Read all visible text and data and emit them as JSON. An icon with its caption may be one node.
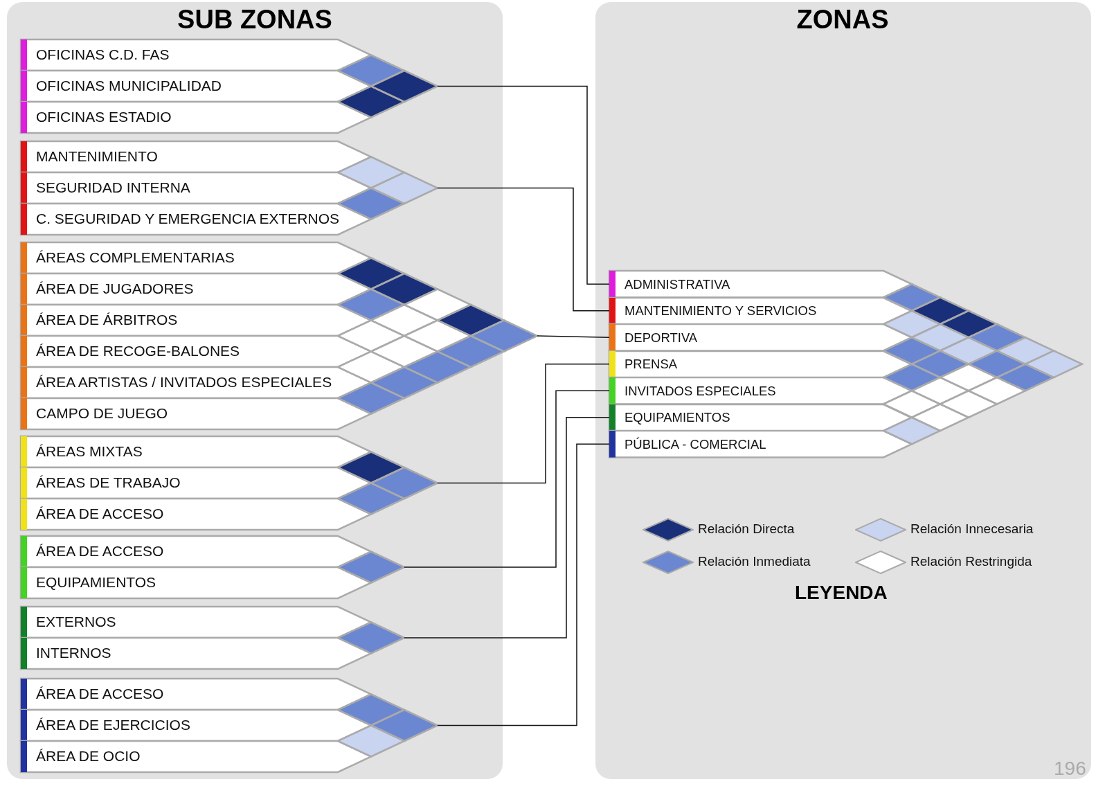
{
  "diagram": {
    "nodes": [
      {
        "text": [
          "SUB ZONAS"
        ]
      },
      {
        "text": [
          "OFICINAS C.D. FAS"
        ],
        "in": 0
      },
      {
        "text": [
          "OFICINAS MUNICIPALIDAD"
        ],
        "in": 0
      },
      {
        "text": [
          "OFICINAS ESTADIO"
        ],
        "in": 0
      },
      {
        "text": [],
        "shape": "triangle",
        "in": 0
      },
      {
        "text": [
          "MANTENIMIENTO"
        ],
        "in": 0
      },
      {
        "text": [
          "SEGURIDAD INTERNA"
        ],
        "in": 0
      },
      {
        "text": [
          "C. SEGURIDAD Y EMERGENCIA EXTERNOS"
        ],
        "in": 0
      },
      {
        "text": [],
        "shape": "triangle",
        "in": 0
      },
      {
        "text": [
          "ÁREAS COMPLEMENTARIAS"
        ],
        "in": 0
      },
      {
        "text": [
          "ÁREA DE JUGADORES"
        ],
        "in": 0
      },
      {
        "text": [
          "ÁREA DE ÁRBITROS"
        ],
        "in": 0
      },
      {
        "text": [
          "ÁREA DE RECOGE-BALONES"
        ],
        "in": 0
      },
      {
        "text": [
          "ÁREA ARTISTAS / INVITADOS ESPECIALES"
        ],
        "in": 0
      },
      {
        "text": [
          "CAMPO DE JUEGO"
        ],
        "in": 0
      },
      {
        "text": [],
        "shape": "triangle"
      },
      {
        "text": [
          "ÁREAS MIXTAS"
        ],
        "in": 0
      },
      {
        "text": [
          "ÁREAS DE TRABAJO"
        ],
        "in": 0
      },
      {
        "text": [
          "ÁREA DE ACCESO"
        ],
        "in": 0
      },
      {
        "text": [],
        "shape": "triangle",
        "in": 0
      },
      {
        "text": [
          "ÁREA DE ACCESO"
        ],
        "in": 0
      },
      {
        "text": [
          "EQUIPAMIENTOS"
        ],
        "in": 0
      },
      {
        "text": [],
        "shape": "triangle",
        "in": 0
      },
      {
        "text": [
          "EXTERNOS"
        ],
        "in": 0
      },
      {
        "text": [
          "INTERNOS"
        ],
        "in": 0
      },
      {
        "text": [],
        "shape": "triangle",
        "in": 0
      },
      {
        "text": [
          "ÁREA DE ACCESO"
        ],
        "in": 0
      },
      {
        "text": [
          "ÁREA DE EJERCICIOS"
        ],
        "in": 0
      },
      {
        "text": [
          "ÁREA DE OCIO"
        ],
        "in": 0
      },
      {
        "text": [],
        "shape": "triangle",
        "in": 0
      },
      {
        "text": [
          "ZONAS"
        ]
      },
      {
        "text": [
          "ADMINISTRATIVA"
        ],
        "in": 30
      },
      {
        "text": [
          "MANTENIMIENTO Y SERVICIOS"
        ],
        "in": 30
      },
      {
        "text": [
          "DEPORTIVA"
        ],
        "in": 30
      },
      {
        "text": [
          "PRENSA"
        ],
        "in": 30
      },
      {
        "text": [
          "INVITADOS ESPECIALES"
        ],
        "in": 30
      },
      {
        "text": [
          "EQUIPAMIENTOS"
        ],
        "in": 30
      },
      {
        "text": [
          "PÚBLICA - COMERCIAL"
        ],
        "in": 30
      },
      {
        "text": [],
        "shape": "triangle",
        "in": 30
      }
    ],
    "edges": [
      {
        "from": 4,
        "to": 31,
        "arrow": "none"
      },
      {
        "from": 8,
        "to": 32,
        "arrow": "none"
      },
      {
        "from": 15,
        "to": 33,
        "arrow": "none"
      },
      {
        "from": 19,
        "to": 34,
        "arrow": "none"
      },
      {
        "from": 22,
        "to": 35,
        "arrow": "none"
      },
      {
        "from": 25,
        "to": 36,
        "arrow": "none"
      },
      {
        "from": 29,
        "to": 37,
        "arrow": "none"
      }
    ],
    "labels": [
      "LEYENDA",
      "196"
    ],
    "legend": [
      {
        "text": "Relación Directa",
        "color": "#1a2f7a"
      },
      {
        "text": "Relación Innecesaria",
        "color": "#c9d4f0"
      },
      {
        "text": "Relación Inmediata",
        "color": "#6b87d1"
      },
      {
        "text": "Relación Restringida",
        "color": "#ffffff"
      }
    ]
  }
}
